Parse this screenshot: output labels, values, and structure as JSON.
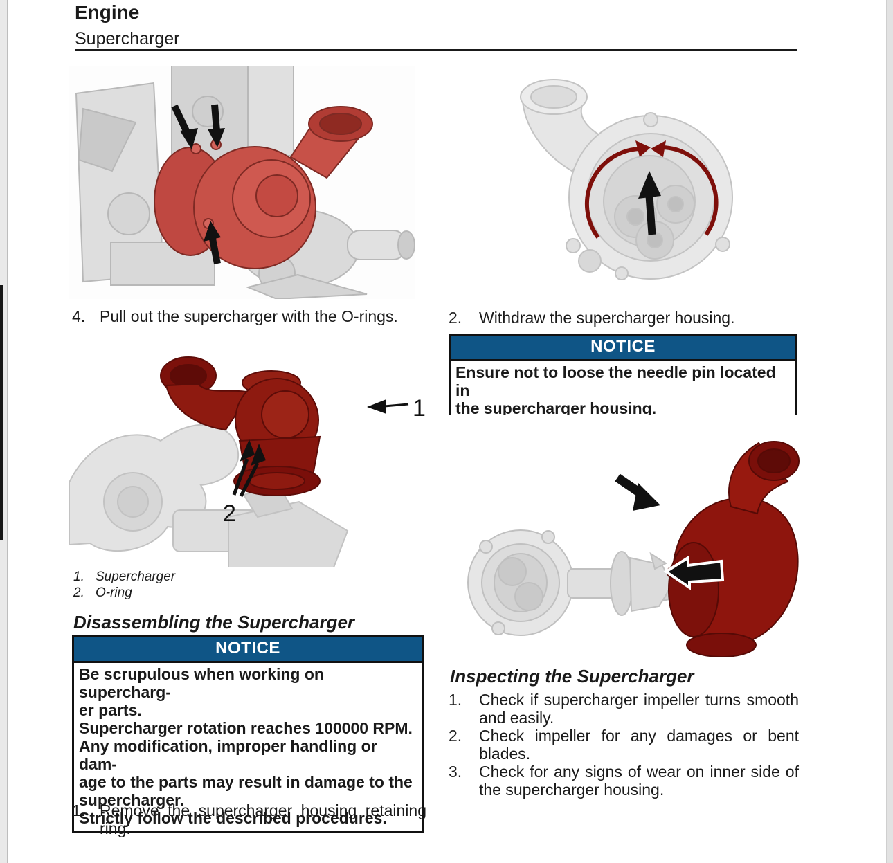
{
  "colors": {
    "notice_blue": "#0f5586",
    "supercharger_red": "#c75148",
    "supercharger_dark_red": "#8e1a10",
    "engine_gray": "#dcdcdc"
  },
  "header": {
    "title": "Engine",
    "subtitle": "Supercharger"
  },
  "left_column": {
    "step_4": {
      "num": "4.",
      "text": "Pull out the supercharger with the O-rings."
    },
    "figure_callouts": {
      "callout_1": "1",
      "callout_2": "2"
    },
    "caption": {
      "item_1_num": "1.",
      "item_1_label": "Supercharger",
      "item_2_num": "2.",
      "item_2_label": "O-ring"
    },
    "heading": "Disassembling the Supercharger",
    "notice": {
      "title": "NOTICE",
      "lines": [
        "Be scrupulous when working on supercharg-",
        "er parts.",
        "Supercharger rotation reaches 100000 RPM.",
        "Any modification, improper handling or dam-",
        "age to the parts may result in damage to the",
        "supercharger.",
        "Strictly follow the described procedures."
      ]
    },
    "step_1": {
      "num": "1.",
      "line_1": "Remove the supercharger housing retaining",
      "line_2": "ring."
    }
  },
  "right_column": {
    "step_2": {
      "num": "2.",
      "text": "Withdraw the supercharger housing."
    },
    "notice": {
      "title": "NOTICE",
      "lines": [
        "Ensure not to loose the needle pin located in",
        "the supercharger housing."
      ]
    },
    "heading": "Inspecting the Supercharger",
    "items": [
      {
        "num": "1.",
        "line_1": "Check if supercharger impeller turns smooth",
        "line_2": "and easily."
      },
      {
        "num": "2.",
        "line_1": "Check impeller for any damages or bent",
        "line_2": "blades."
      },
      {
        "num": "3.",
        "line_1": "Check for any signs of wear on inner side of",
        "line_2": "the supercharger housing."
      }
    ]
  }
}
